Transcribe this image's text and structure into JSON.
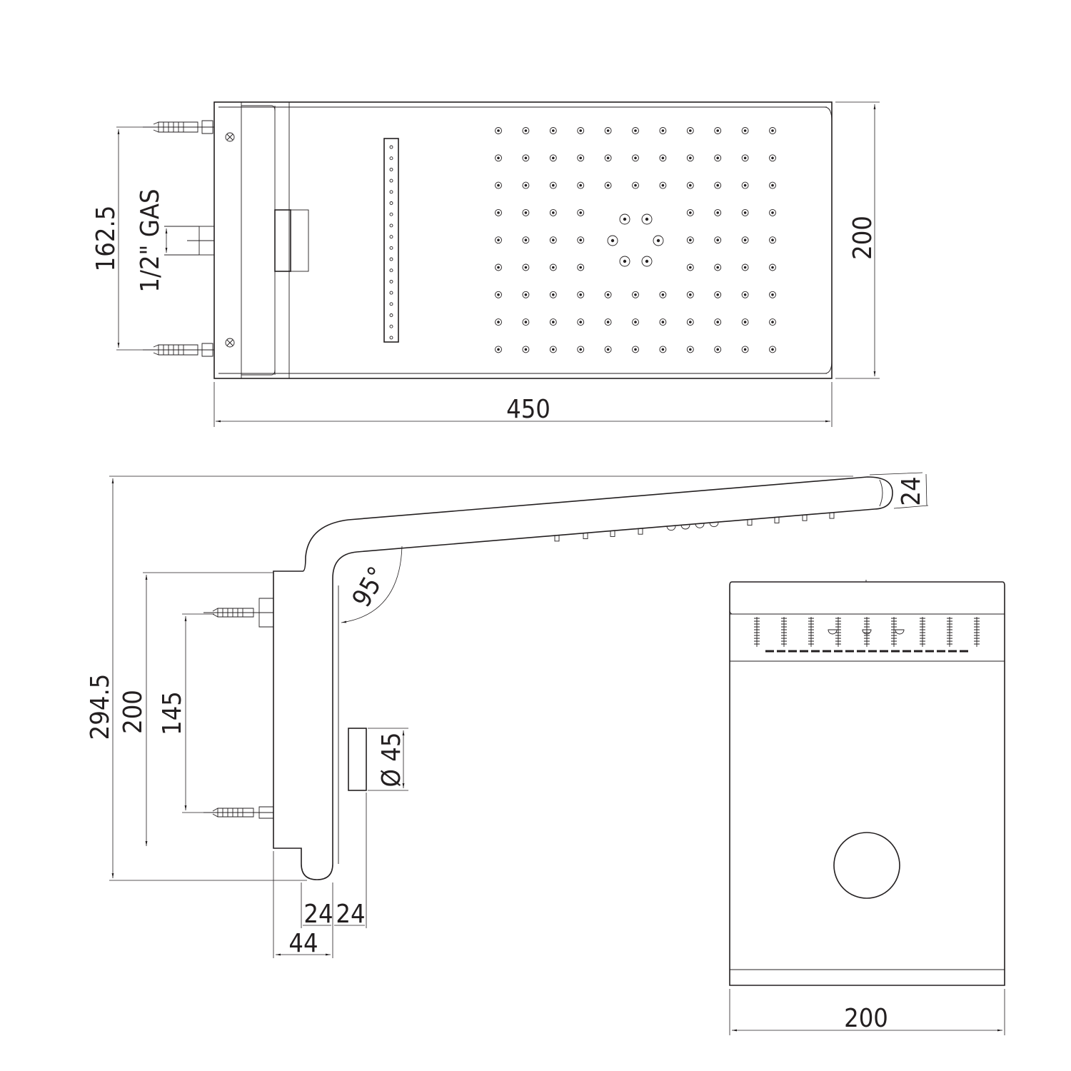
{
  "top_view": {
    "dim_width": "450",
    "dim_depth": "200",
    "dim_anchor_spacing": "162.5",
    "inlet_label": "1/2\" GAS",
    "nozzle_grid": {
      "rows": 9,
      "cols": 11
    },
    "slot_nozzles": 18
  },
  "side_view": {
    "dim_total_height": "294.5",
    "dim_plate_height": "200",
    "dim_anchor_spacing": "145",
    "dim_arm_thickness": "24",
    "angle": "95°",
    "dim_diameter": "Ø 45",
    "dim_bottom_a": "24",
    "dim_bottom_b": "24",
    "dim_depth": "44"
  },
  "front_view": {
    "dim_width": "200"
  },
  "colors": {
    "line": "#231f20",
    "background": "#ffffff"
  }
}
